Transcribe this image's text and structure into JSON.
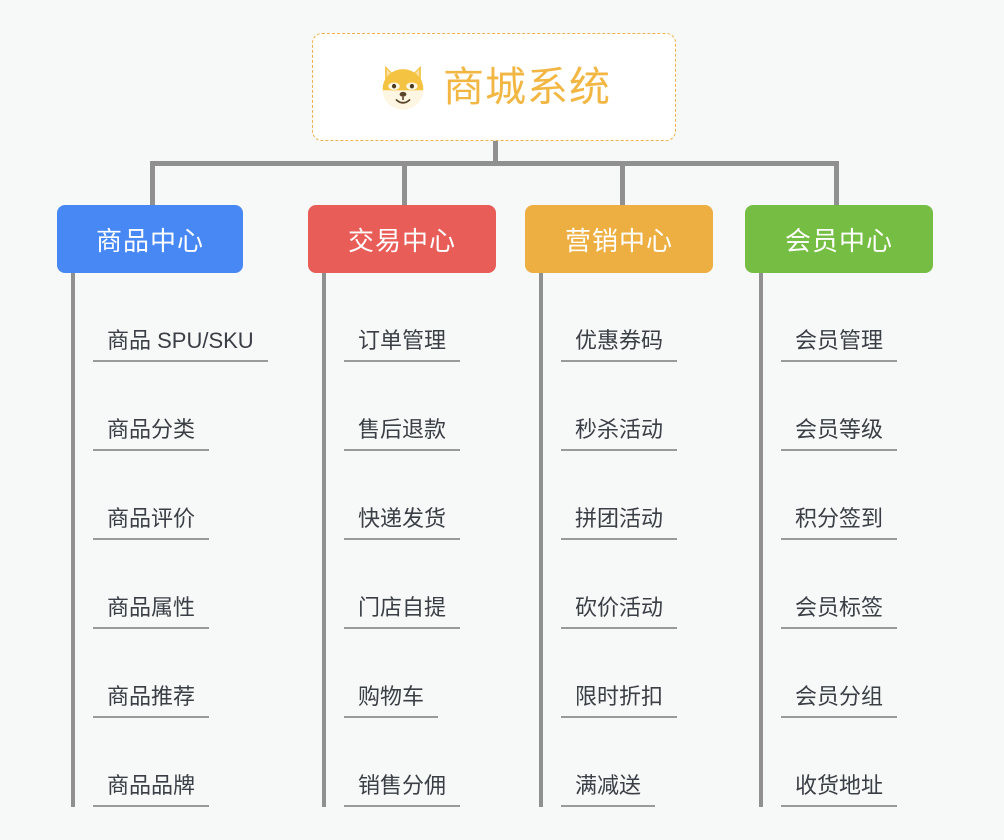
{
  "diagram": {
    "type": "org-tree",
    "background_color": "#f7f8f8",
    "root": {
      "title": "商城系统",
      "icon": "shiba-dog-icon",
      "text_color": "#f2b643",
      "border_color": "#f0b04a",
      "background_color": "#ffffff"
    },
    "branches": [
      {
        "label": "商品中心",
        "color": "#4788f4",
        "items": [
          "商品 SPU/SKU",
          "商品分类",
          "商品评价",
          "商品属性",
          "商品推荐",
          "商品品牌"
        ]
      },
      {
        "label": "交易中心",
        "color": "#e95d58",
        "items": [
          "订单管理",
          "售后退款",
          "快递发货",
          "门店自提",
          "购物车",
          "销售分佣"
        ]
      },
      {
        "label": "营销中心",
        "color": "#edaf42",
        "items": [
          "优惠券码",
          "秒杀活动",
          "拼团活动",
          "砍价活动",
          "限时折扣",
          "满减送"
        ]
      },
      {
        "label": "会员中心",
        "color": "#75be43",
        "items": [
          "会员管理",
          "会员等级",
          "积分签到",
          "会员标签",
          "会员分组",
          "收货地址"
        ]
      }
    ],
    "connector_color": "#909090",
    "leaf_text_color": "#3a3f45",
    "leaf_underline_color": "#9a9a9a"
  }
}
